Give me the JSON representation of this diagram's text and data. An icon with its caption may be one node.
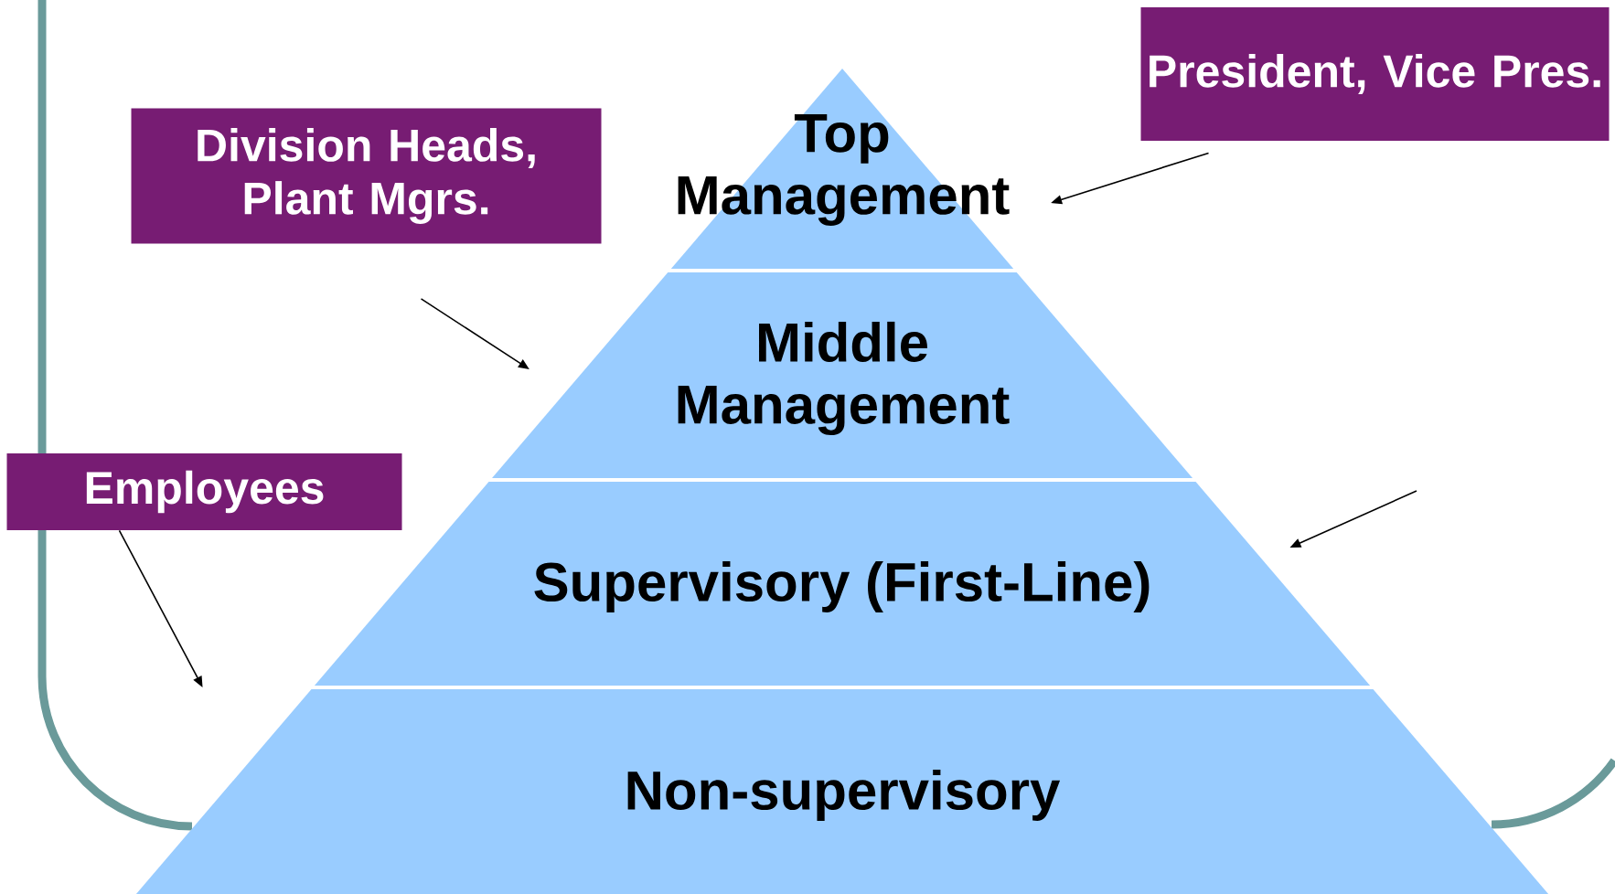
{
  "diagram": {
    "nodes": [
      {
        "text": [
          "Top Management"
        ]
      },
      {
        "text": [
          "Middle Management"
        ]
      },
      {
        "text": [
          "Supervisory (First-Line)"
        ]
      },
      {
        "text": [
          "Non-supervisory"
        ]
      },
      {
        "text": [
          "President, Vice Pres."
        ]
      },
      {
        "text": [
          "Division Heads, Plant Mgrs."
        ]
      },
      {
        "text": [
          "Employees"
        ]
      }
    ],
    "edges": [
      {
        "from": 4,
        "to": 0,
        "arrow": "to"
      },
      {
        "from": 5,
        "to": 1,
        "arrow": "to"
      },
      {
        "from": 6,
        "to": 3,
        "arrow": "to"
      },
      {
        "from": null,
        "to": 2,
        "arrow": "to"
      }
    ]
  }
}
